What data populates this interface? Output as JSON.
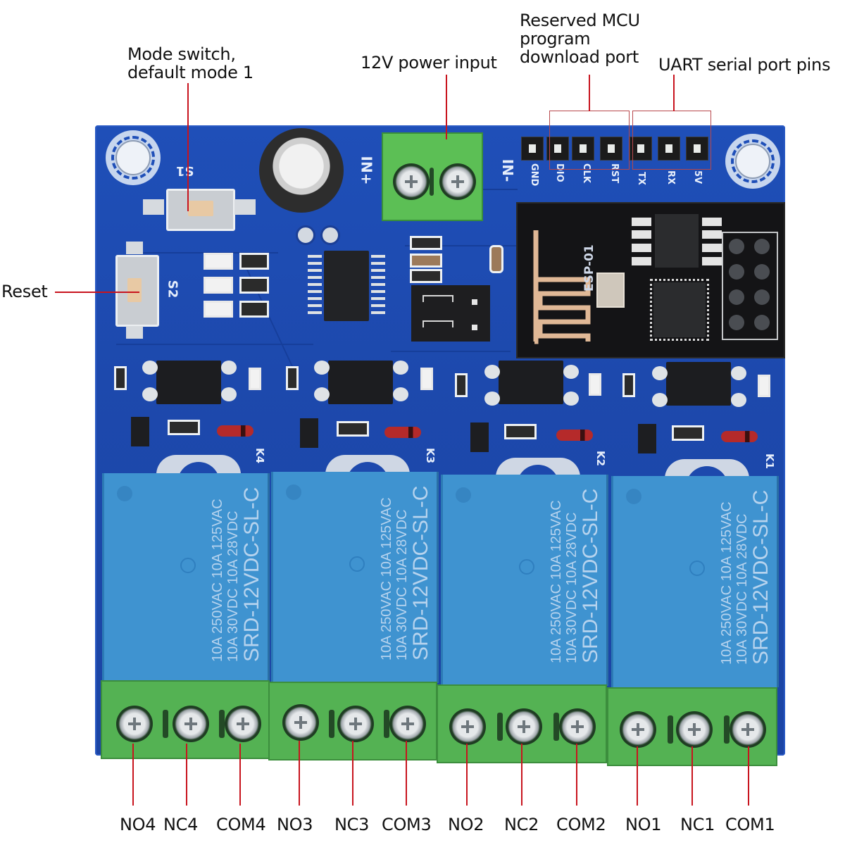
{
  "annotations": {
    "mode_switch": "Mode switch,\ndefault mode 1",
    "mode_switch_line1": "Mode switch,",
    "mode_switch_line2": "default mode 1",
    "power_input": "12V power input",
    "mcu_port_line1": "Reserved MCU",
    "mcu_port_line2": "program",
    "mcu_port_line3": "download port",
    "uart_pins": "UART serial port pins",
    "reset": "Reset"
  },
  "board": {
    "switch_labels": {
      "s1": "S1",
      "s2": "S2"
    },
    "power_terminal": {
      "plus": "IN+",
      "minus": "IN-"
    },
    "header_pins": [
      "GND",
      "DIO",
      "CLK",
      "RST",
      "TX",
      "RX",
      "5V"
    ],
    "wifi_module": "ESP-01",
    "relay_designators": [
      "K4",
      "K3",
      "K2",
      "K1"
    ],
    "relay_spec": {
      "line1": "10A 250VAC  10A 125VAC",
      "line2": "10A 30VDC  10A 28VDC",
      "model": "SRD-12VDC-SL-C"
    }
  },
  "terminals": [
    {
      "label": "NO4"
    },
    {
      "label": "NC4"
    },
    {
      "label": "COM4"
    },
    {
      "label": "NO3"
    },
    {
      "label": "NC3"
    },
    {
      "label": "COM3"
    },
    {
      "label": "NO2"
    },
    {
      "label": "NC2"
    },
    {
      "label": "COM2"
    },
    {
      "label": "NO1"
    },
    {
      "label": "NC1"
    },
    {
      "label": "COM1"
    }
  ],
  "colors": {
    "pcb": "#1d49ad",
    "leader": "#c8141e",
    "relay": "#3f93d0",
    "terminal": "#54b253"
  }
}
